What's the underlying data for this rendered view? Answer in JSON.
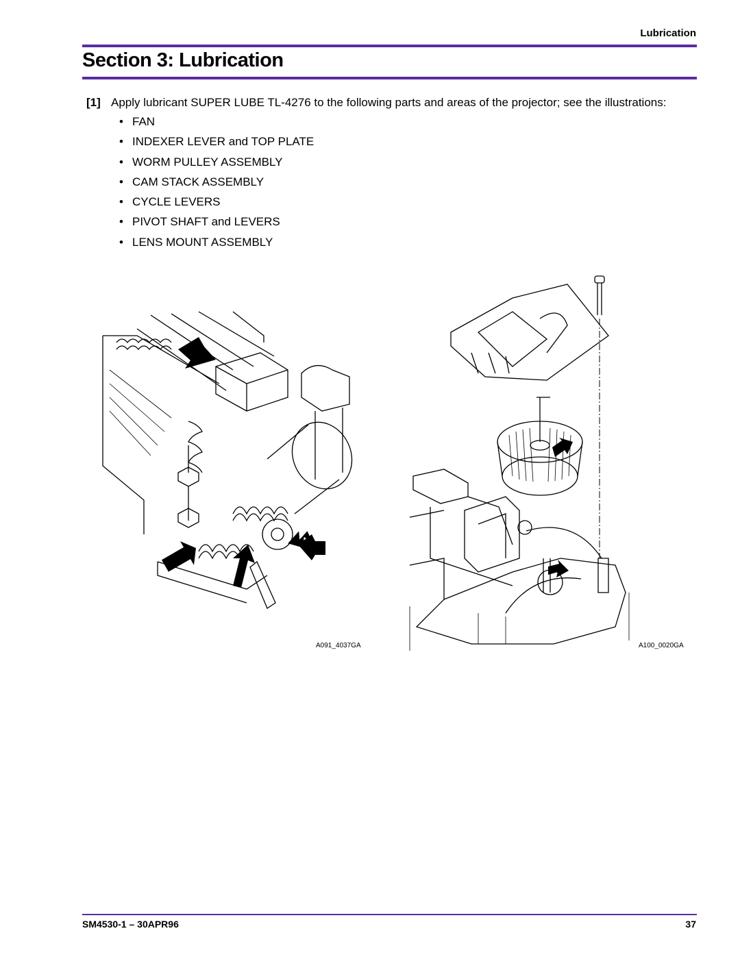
{
  "header": {
    "running_title": "Lubrication"
  },
  "section": {
    "title": "Section 3:  Lubrication"
  },
  "step": {
    "number": "[1]",
    "text": "Apply lubricant SUPER LUBE TL-4276 to the following parts and areas of the projector; see the illustrations:"
  },
  "bullets": [
    "FAN",
    "INDEXER LEVER and TOP PLATE",
    "WORM PULLEY ASSEMBLY",
    "CAM STACK ASSEMBLY",
    "CYCLE LEVERS",
    "PIVOT SHAFT and LEVERS",
    "LENS MOUNT ASSEMBLY"
  ],
  "figures": [
    {
      "label": "A091_4037GA",
      "arrow_count": 5
    },
    {
      "label": "A100_0020GA",
      "arrow_count": 2
    }
  ],
  "footer": {
    "doc": "SM4530-1 – 30APR96",
    "page": "37"
  }
}
